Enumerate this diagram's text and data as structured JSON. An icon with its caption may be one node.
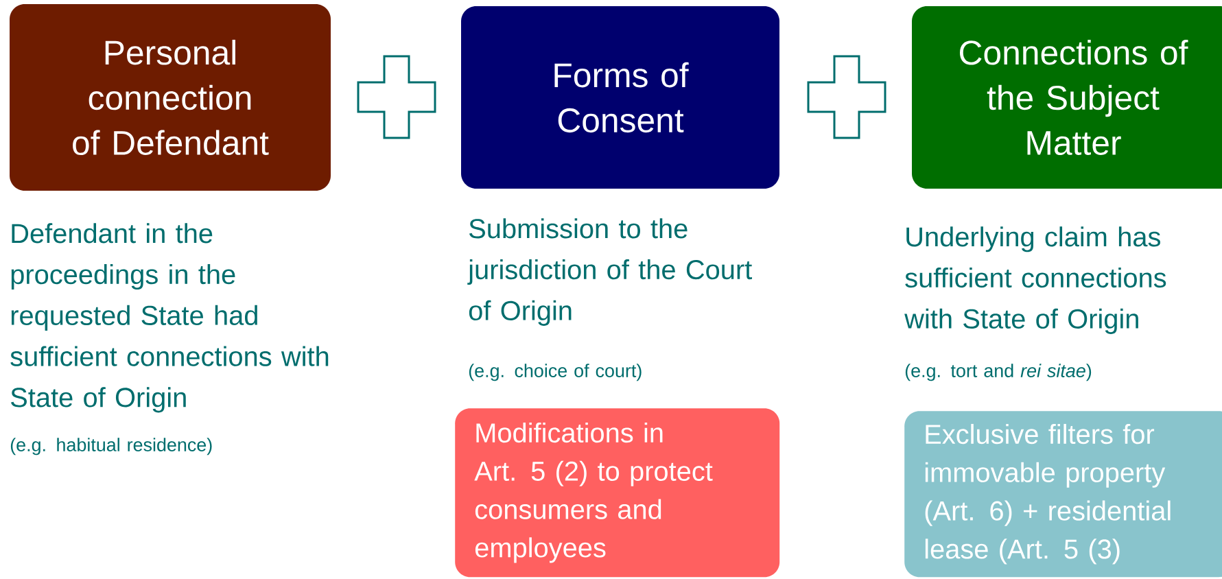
{
  "diagram": {
    "nodes": [
      {
        "text": [
          "Personal connection of Defendant"
        ]
      },
      {
        "text": [],
        "shape": "plus"
      },
      {
        "text": [
          "Forms of Consent"
        ]
      },
      {
        "text": [],
        "shape": "plus"
      },
      {
        "text": [
          "Connections of the Subject Matter"
        ]
      },
      {
        "text": [
          "Modifications in Art. 5 (2) to protect consumers and employees"
        ]
      },
      {
        "text": [
          "Exclusive filters for immovable property (Art. 6) + residential lease (Art. 5 (3)"
        ]
      }
    ],
    "labels": [
      "Defendant in the proceedings in the requested State had sufficient connections with State of Origin",
      "(e.g. habitual residence)",
      "Submission to the jurisdiction of the Court of Origin",
      "(e.g. choice of court)",
      "Underlying claim has sufficient connections with State of Origin",
      "(e.g. tort and *rei sitae*)"
    ]
  }
}
